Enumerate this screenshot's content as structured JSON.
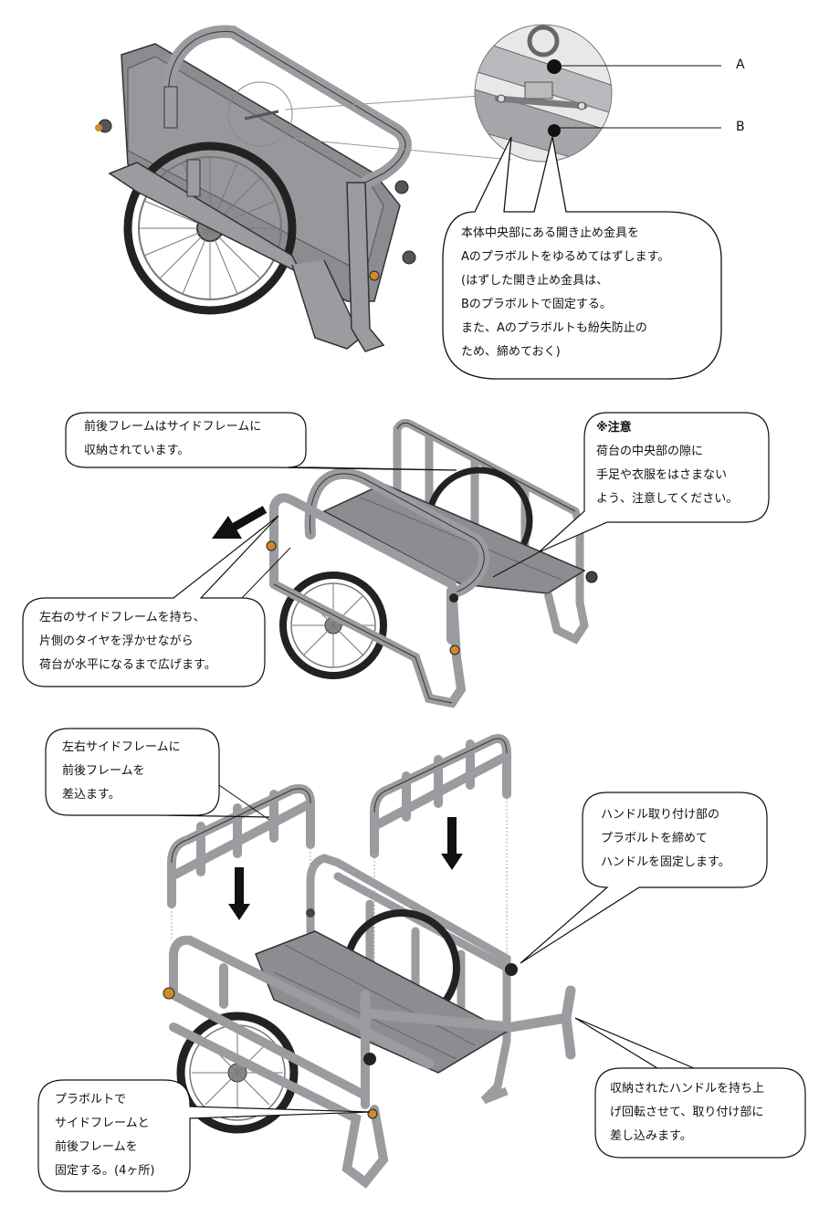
{
  "step1": {
    "label_a": "A",
    "label_b": "B",
    "callout": [
      "本体中央部にある開き止め金具を",
      "Aのプラボルトをゆるめてはずします。",
      "(はずした開き止め金具は、",
      "Bのプラボルトで固定する。",
      "また、Aのプラボルトも紛失防止の",
      "ため、締めておく)"
    ]
  },
  "step2": {
    "frames_note": [
      "前後フレームはサイドフレームに",
      "収納されています。"
    ],
    "caution_title": "※注意",
    "caution": [
      "荷台の中央部の隙に",
      "手足や衣服をはさまない",
      "よう、注意してください。"
    ],
    "spread": [
      "左右のサイドフレームを持ち、",
      "片側のタイヤを浮かせながら",
      "荷台が水平になるまで広げます。"
    ]
  },
  "step3": {
    "insert": [
      "左右サイドフレームに",
      "前後フレームを",
      "差込ます。"
    ],
    "handle_fix": [
      "ハンドル取り付け部の",
      "プラボルトを締めて",
      "ハンドルを固定します。"
    ],
    "bolt_fix": [
      "プラボルトで",
      "サイドフレームと",
      "前後フレームを",
      "固定する。(4ヶ所)"
    ],
    "handle_insert": [
      "収納されたハンドルを持ち上",
      "げ回転させて、取り付け部に",
      "差し込みます。"
    ]
  },
  "colors": {
    "metal": "#9a9ca0",
    "metal_dark": "#5c5e62",
    "deck": "#7d7f82",
    "outline": "#222222",
    "knob": "#d08a2a"
  }
}
